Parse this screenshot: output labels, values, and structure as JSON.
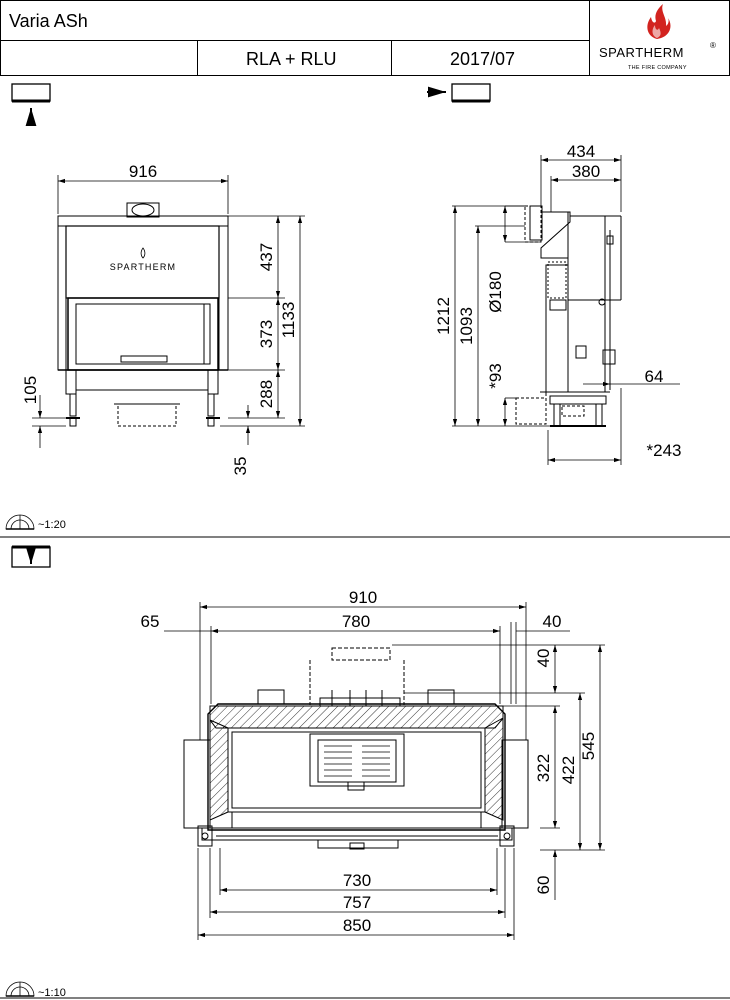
{
  "header": {
    "model": "Varia ASh",
    "variant": "RLA + RLU",
    "date": "2017/07",
    "brand": "SPARTHERM",
    "registered": "®",
    "tagline": "THE FIRE COMPANY"
  },
  "front_view": {
    "brand_plate": "SPARTHERM",
    "dims": {
      "width": "916",
      "top_section": "437",
      "glass": "373",
      "base": "288",
      "total_height": "1133",
      "leg_offset": "105",
      "foot": "35"
    }
  },
  "side_view": {
    "dims": {
      "depth": "434",
      "depth_inner": "380",
      "total_height": "1212",
      "outlet_height": "1093",
      "flue_diameter": "Ø180",
      "air_height": "*93",
      "side_offset": "64",
      "air_inlet": "*243"
    }
  },
  "plan_view": {
    "dims": {
      "outer": "910",
      "inner": "780",
      "left_offset": "65",
      "right_offset": "40",
      "flue_offset": "40",
      "depth_322": "322",
      "depth_422": "422",
      "depth_545": "545",
      "base_730": "730",
      "base_757": "757",
      "base_850": "850",
      "front_60": "60"
    }
  },
  "scales": {
    "top": "~1:20",
    "bottom": "~1:10"
  }
}
